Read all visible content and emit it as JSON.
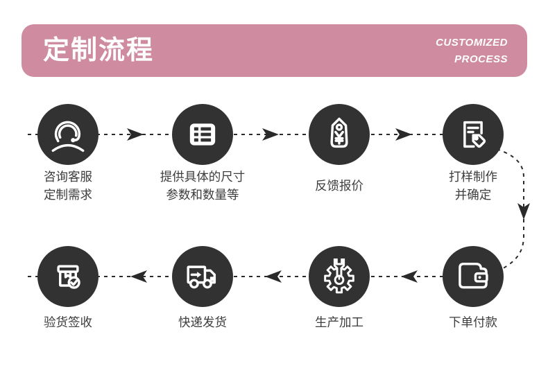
{
  "header": {
    "title": "定制流程",
    "subtitle_line1": "CUSTOMIZED",
    "subtitle_line2": "PROCESS"
  },
  "steps": [
    {
      "order": 1,
      "row": 1,
      "label": "咨询客服\n定制需求",
      "icon": "customer-service-headset-icon"
    },
    {
      "order": 2,
      "row": 1,
      "label": "提供具体的尺寸\n参数和数量等",
      "icon": "spec-table-icon"
    },
    {
      "order": 3,
      "row": 1,
      "label": "反馈报价",
      "icon": "price-tag-yuan-icon",
      "icon_symbol": "¥"
    },
    {
      "order": 4,
      "row": 1,
      "label": "打样制作\n并确定",
      "icon": "sample-document-tag-icon"
    },
    {
      "order": 5,
      "row": 2,
      "label": "下单付款",
      "icon": "wallet-icon"
    },
    {
      "order": 6,
      "row": 2,
      "label": "生产加工",
      "icon": "gear-wrench-icon"
    },
    {
      "order": 7,
      "row": 2,
      "label": "快递发货",
      "icon": "delivery-truck-icon"
    },
    {
      "order": 8,
      "row": 2,
      "label": "验货签收",
      "icon": "package-check-icon"
    }
  ],
  "flow": {
    "row1_direction": "left-to-right",
    "row2_direction": "right-to-left",
    "connector_style": "dashed-line-with-solid-arrowheads"
  },
  "colors": {
    "header_pink": "#cf8ba0",
    "circle_dark": "#323232",
    "line_dark": "#2a2a2a",
    "label_text": "#3d3d3d",
    "white": "#ffffff"
  }
}
